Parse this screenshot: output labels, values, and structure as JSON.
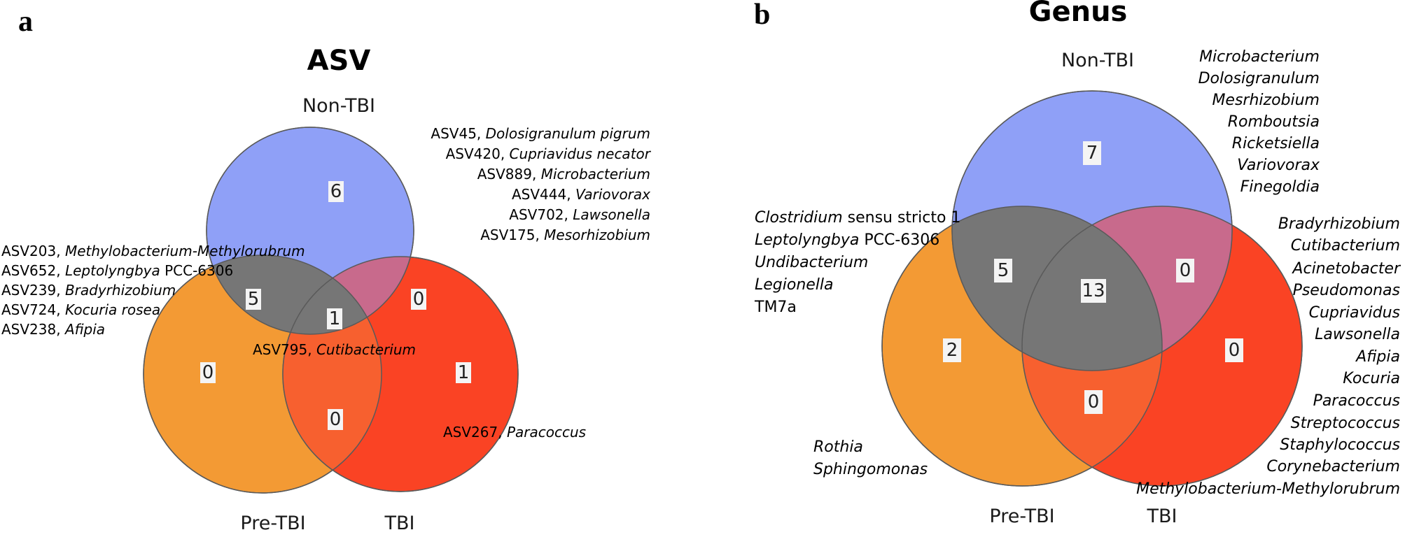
{
  "panels": {
    "a": {
      "letter": "a",
      "title": "ASV",
      "sets": {
        "non_tbi": "Non-TBI",
        "pre_tbi": "Pre-TBI",
        "tbi": "TBI"
      },
      "counts": {
        "non_tbi_only": "6",
        "non_pre": "5",
        "non_tbi_overlap": "0",
        "all_three": "1",
        "pre_only": "0",
        "tbi_only": "1",
        "pre_tbi": "0"
      },
      "annotations_non_tbi": [
        {
          "id": "ASV45,",
          "taxon": "Dolosigranulum pigrum"
        },
        {
          "id": "ASV420,",
          "taxon": "Cupriavidus necator"
        },
        {
          "id": "ASV889,",
          "taxon": "Microbacterium"
        },
        {
          "id": "ASV444,",
          "taxon": "Variovorax"
        },
        {
          "id": "ASV702,",
          "taxon": "Lawsonella"
        },
        {
          "id": "ASV175,",
          "taxon": "Mesorhizobium"
        }
      ],
      "annotations_non_pre": [
        {
          "id": "ASV203,",
          "taxon": "Methylobacterium-Methylorubrum",
          "suffix": ""
        },
        {
          "id": "ASV652,",
          "taxon": "Leptolyngbya",
          "suffix": " PCC-6306"
        },
        {
          "id": "ASV239,",
          "taxon": "Bradyrhizobium",
          "suffix": ""
        },
        {
          "id": "ASV724,",
          "taxon": "Kocuria rosea",
          "suffix": ""
        },
        {
          "id": "ASV238,",
          "taxon": "Afipia",
          "suffix": ""
        }
      ],
      "annotation_all": {
        "id": "ASV795,",
        "taxon": "Cutibacterium"
      },
      "annotation_tbi": {
        "id": "ASV267,",
        "taxon": "Paracoccus"
      }
    },
    "b": {
      "letter": "b",
      "title": "Genus",
      "sets": {
        "non_tbi": "Non-TBI",
        "pre_tbi": "Pre-TBI",
        "tbi": "TBI"
      },
      "counts": {
        "non_tbi_only": "7",
        "non_pre": "5",
        "all_three": "13",
        "non_tbi_overlap": "0",
        "pre_only": "2",
        "tbi_only": "0",
        "pre_tbi": "0"
      },
      "annotations_non_tbi": [
        "Microbacterium",
        "Dolosigranulum",
        "Mesrhizobium",
        "Romboutsia",
        "Ricketsiella",
        "Variovorax",
        "Finegoldia"
      ],
      "annotations_non_pre": [
        {
          "taxon": "Clostridium",
          "suffix": " sensu stricto 1"
        },
        {
          "taxon": "Leptolyngbya",
          "suffix": " PCC-6306"
        },
        {
          "taxon": "Undibacterium",
          "suffix": ""
        },
        {
          "taxon": "Legionella",
          "suffix": ""
        },
        {
          "taxon": "",
          "suffix": "TM7a"
        }
      ],
      "annotations_all": [
        "Bradyrhizobium",
        "Cutibacterium",
        "Acinetobacter",
        "Pseudomonas",
        "Cupriavidus",
        "Lawsonella",
        "Afipia",
        "Kocuria",
        "Paracoccus",
        "Streptococcus",
        "Staphylococcus",
        "Corynebacterium",
        "Methylobacterium-Methylorubrum"
      ],
      "annotations_pre": [
        "Rothia",
        "Sphingomonas"
      ]
    }
  },
  "colors": {
    "non_tbi": "#8fa0f7",
    "pre_tbi": "#f39a34",
    "tbi": "#fa4324",
    "non_pre": "#767676",
    "non_tbi_overlap": "#c86a8c",
    "pre_tbi_overlap": "#f7602f"
  }
}
